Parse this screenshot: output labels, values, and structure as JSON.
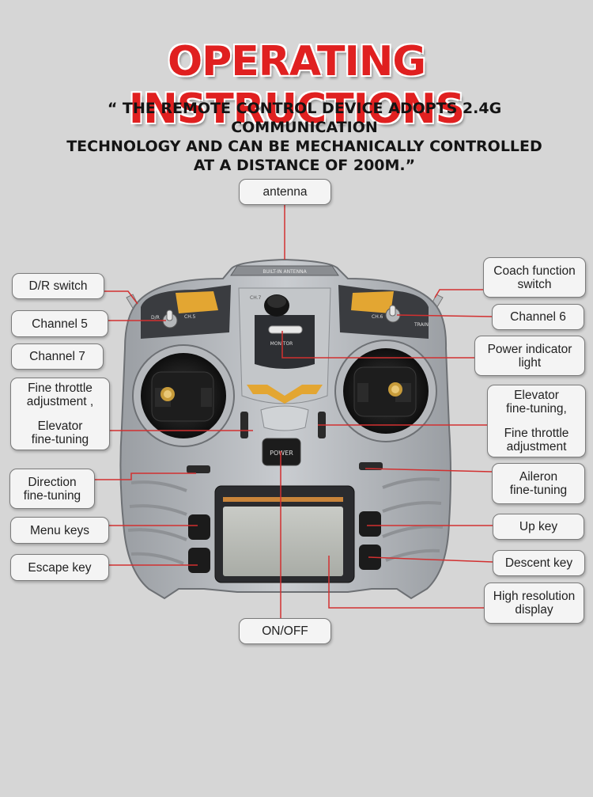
{
  "title": "OPERATING INSTRUCTIONS",
  "subtitle": {
    "line1": "“ THE REMOTE CONTROL DEVICE ADOPTS 2.4G COMMUNICATION",
    "line2": "TECHNOLOGY AND CAN BE MECHANICALLY CONTROLLED",
    "line3": "AT A DISTANCE OF 200M.”"
  },
  "device_print": {
    "antenna": "BUILT-IN ANTENNA",
    "monitor": "MONITOR",
    "power": "POWER",
    "ch7": "CH.7",
    "ch5": "CH.5",
    "ch6": "CH.6",
    "dr": "D/R",
    "train": "TRAIN"
  },
  "labels": {
    "antenna": "antenna",
    "dr_switch": "D/R switch",
    "channel5": "Channel 5",
    "channel7": "Channel 7",
    "fine_throttle_left_1": "Fine throttle",
    "fine_throttle_left_2": "adjustment ,",
    "elevator_left_1": "Elevator",
    "elevator_left_2": "fine-tuning",
    "direction_1": "Direction",
    "direction_2": "fine-tuning",
    "menu_keys": "Menu keys",
    "escape_key": "Escape key",
    "on_off": "ON/OFF",
    "coach_1": "Coach function",
    "coach_2": "switch",
    "channel6": "Channel 6",
    "power_1": "Power indicator",
    "power_2": "light",
    "elevator_right_1": "Elevator",
    "elevator_right_2": "fine-tuning,",
    "fine_throttle_right_1": "Fine throttle",
    "fine_throttle_right_2": "adjustment",
    "aileron_1": "Aileron",
    "aileron_2": "fine-tuning",
    "up_key": "Up key",
    "descent_key": "Descent key",
    "display_1": "High resolution",
    "display_2": "display"
  },
  "colors": {
    "title_red": "#e02020",
    "leader_red": "#d23030"
  }
}
